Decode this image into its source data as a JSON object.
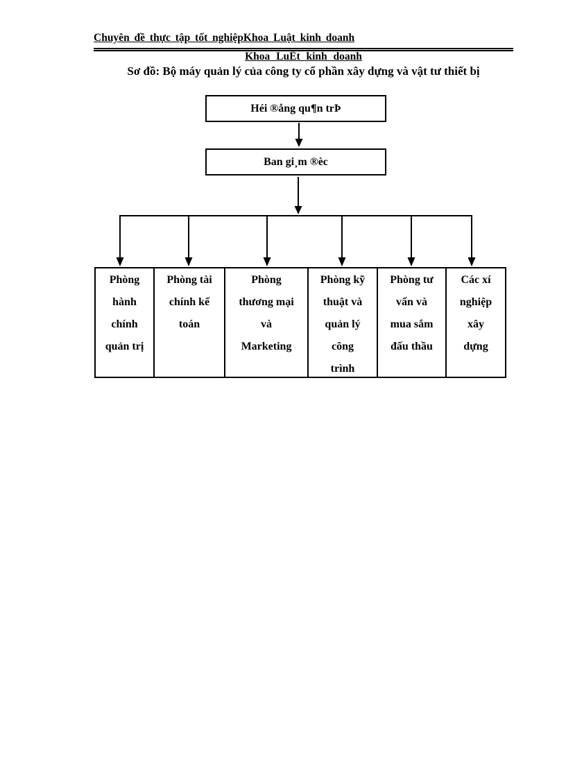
{
  "header": {
    "line1": "Chuyên đề thực tập tốt nghiệpKhoa Luật kinh doanh",
    "line2": "Khoa LuËt kinh doanh"
  },
  "title": "Sơ đồ: Bộ máy quản lý của công ty cổ phần xây dựng và vật tư thiết bị",
  "org_chart": {
    "root_label": "Héi ®ång qu¶n trÞ",
    "director_label": "Ban gi¸m ®èc",
    "departments": [
      "Phòng\nhành\nchính\nquản trị",
      "Phòng tài\nchính kế\ntoán",
      "Phòng\nthương mại\nvà\nMarketing",
      "Phòng kỹ\nthuật và\nquản lý\ncông\ntrình",
      "Phòng tư\nvấn và\nmua sắm\nđấu thầu",
      "Các xí\nnghiệp\nxây\ndựng"
    ]
  },
  "colors": {
    "ink": "#000000",
    "paper": "#ffffff"
  }
}
